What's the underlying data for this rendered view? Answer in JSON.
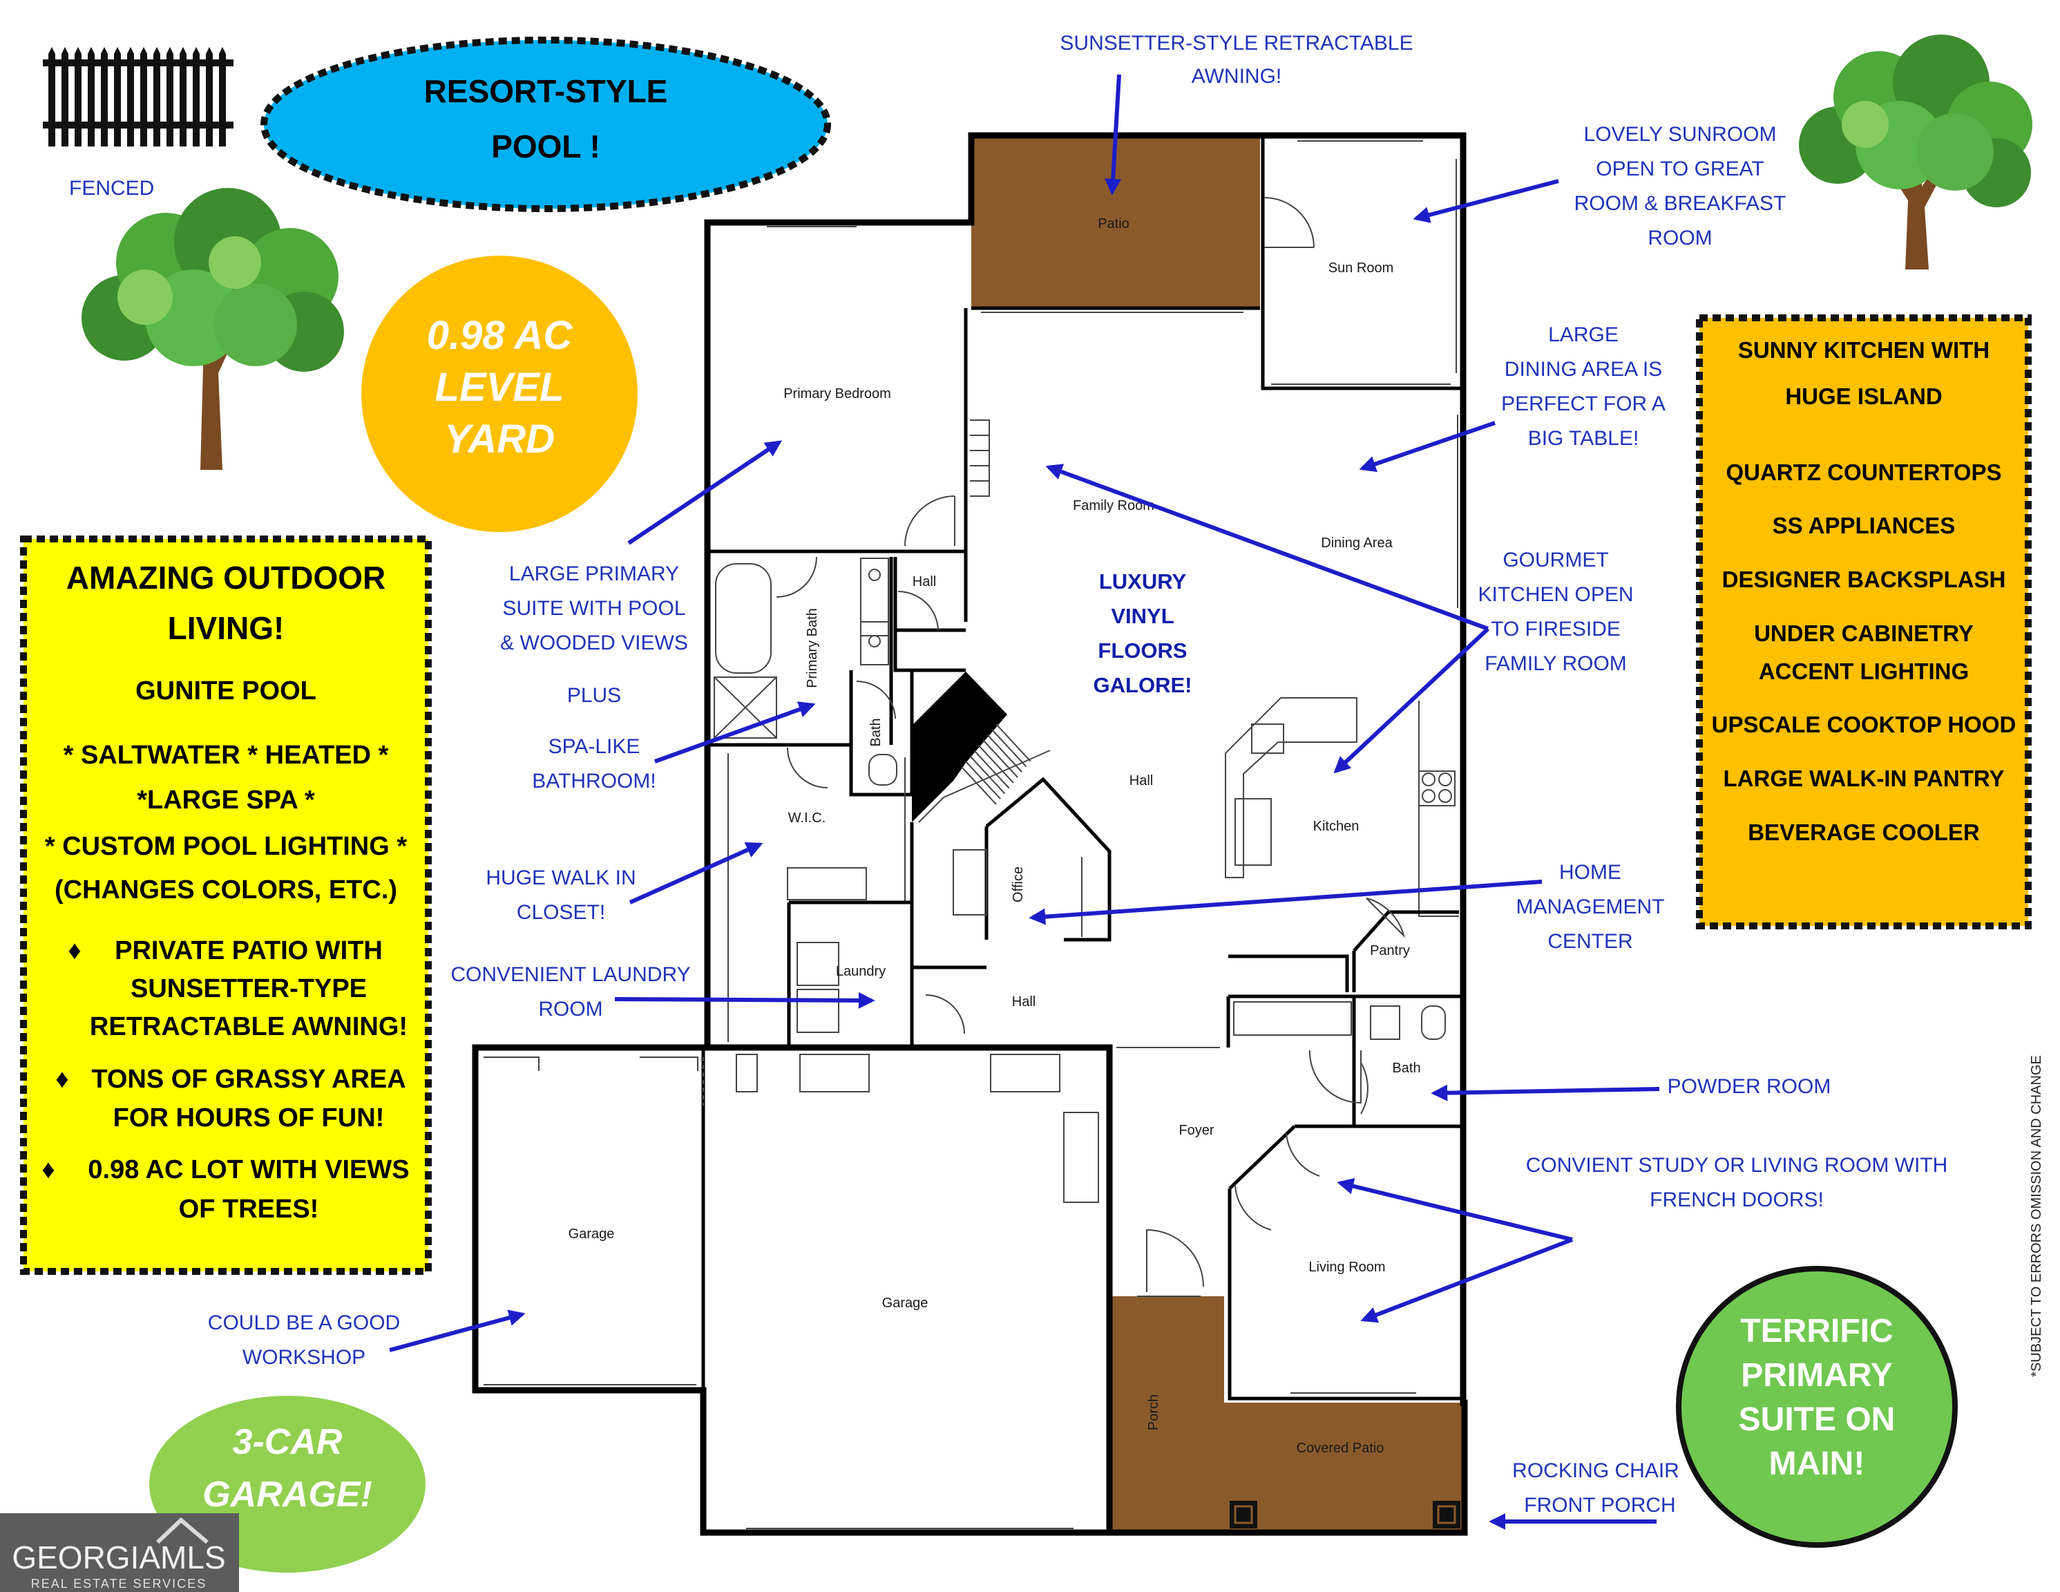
{
  "badges": {
    "pool_title": [
      "RESORT-STYLE",
      "POOL !"
    ],
    "acreage": [
      "0.98 AC",
      "LEVEL",
      "YARD"
    ],
    "garage3": [
      "3-CAR",
      "GARAGE!"
    ],
    "suite": [
      "TERRIFIC",
      "PRIMARY",
      "SUITE ON",
      "MAIN!"
    ]
  },
  "fence_label": "FENCED",
  "outdoor_box": {
    "title": [
      "AMAZING OUTDOOR",
      "LIVING!"
    ],
    "subtitle": "GUNITE POOL",
    "lines": [
      "* SALTWATER * HEATED *",
      "*LARGE SPA *",
      "* CUSTOM POOL LIGHTING *"
    ],
    "small_line": "(CHANGES COLORS, ETC.)",
    "bullet_glyph": "♦",
    "bullets": [
      [
        "PRIVATE PATIO WITH",
        "SUNSETTER-TYPE",
        "RETRACTABLE AWNING!"
      ],
      [
        "TONS OF GRASSY AREA",
        "FOR HOURS OF FUN!"
      ],
      [
        "0.98 AC LOT WITH VIEWS",
        "OF TREES!"
      ]
    ]
  },
  "kitchen_box": {
    "title": [
      "SUNNY KITCHEN WITH",
      "HUGE ISLAND"
    ],
    "items": [
      "QUARTZ COUNTERTOPS",
      "SS APPLIANCES",
      "DESIGNER BACKSPLASH",
      "UNDER CABINETRY",
      "ACCENT LIGHTING",
      "UPSCALE COOKTOP HOOD",
      "LARGE WALK-IN PANTRY",
      "BEVERAGE COOLER"
    ]
  },
  "notes": {
    "awning": [
      "SUNSETTER-STYLE RETRACTABLE",
      "AWNING!"
    ],
    "sunroom": [
      "LOVELY SUNROOM",
      "OPEN TO GREAT",
      "ROOM & BREAKFAST",
      "ROOM"
    ],
    "dining": [
      "LARGE",
      "DINING AREA IS",
      "PERFECT FOR A",
      "BIG TABLE!"
    ],
    "gourmet": [
      "GOURMET",
      "KITCHEN OPEN",
      "TO FIRESIDE",
      "FAMILY ROOM"
    ],
    "primary_suite": [
      "LARGE PRIMARY",
      "SUITE  WITH POOL",
      "& WOODED VIEWS"
    ],
    "plus": "PLUS",
    "spa": [
      "SPA-LIKE",
      "BATHROOM!"
    ],
    "closet": [
      "HUGE WALK IN",
      "CLOSET!"
    ],
    "laundry": [
      "CONVENIENT LAUNDRY",
      "ROOM"
    ],
    "home_mgmt": [
      "HOME",
      "MANAGEMENT",
      "CENTER"
    ],
    "powder": "POWDER ROOM",
    "study": [
      "CONVIENT STUDY OR LIVING ROOM WITH",
      "FRENCH DOORS!"
    ],
    "workshop": [
      "COULD BE A GOOD",
      "WORKSHOP"
    ],
    "porch": [
      "ROCKING CHAIR",
      "FRONT PORCH"
    ],
    "floors": [
      "LUXURY",
      "VINYL",
      "FLOORS",
      "GALORE!"
    ]
  },
  "rooms": {
    "patio": "Patio",
    "sun_room": "Sun Room",
    "primary_bedroom": "Primary Bedroom",
    "family_room": "Family Room",
    "dining_area": "Dining Area",
    "hall_small": "Hall",
    "primary_bath": "Primary Bath",
    "bath_small": "Bath",
    "hall_center": "Hall",
    "wic": "W.I.C.",
    "office": "Office",
    "kitchen": "Kitchen",
    "pantry": "Pantry",
    "laundry": "Laundry",
    "hall_lower": "Hall",
    "bath_powder": "Bath",
    "foyer": "Foyer",
    "garage_left": "Garage",
    "garage_main": "Garage",
    "living_room": "Living Room",
    "porch": "Porch",
    "covered_patio": "Covered Patio"
  },
  "disclaimer": "*SUBJECT TO ERRORS OMISSION AND CHANGE",
  "logo": {
    "main": "GEORGIAMLS",
    "sub": "REAL ESTATE SERVICES"
  },
  "colors": {
    "pool": "#00b0f0",
    "acreage": "#ffc000",
    "garage_badge": "#92d050",
    "suite_badge": "#70c850",
    "outdoor_box": "#ffff00",
    "kitchen_box": "#ffc000",
    "patio_brown": "#8b5a2b",
    "note_blue": "#1f33b8",
    "arrow_blue": "#1e1ec8"
  }
}
